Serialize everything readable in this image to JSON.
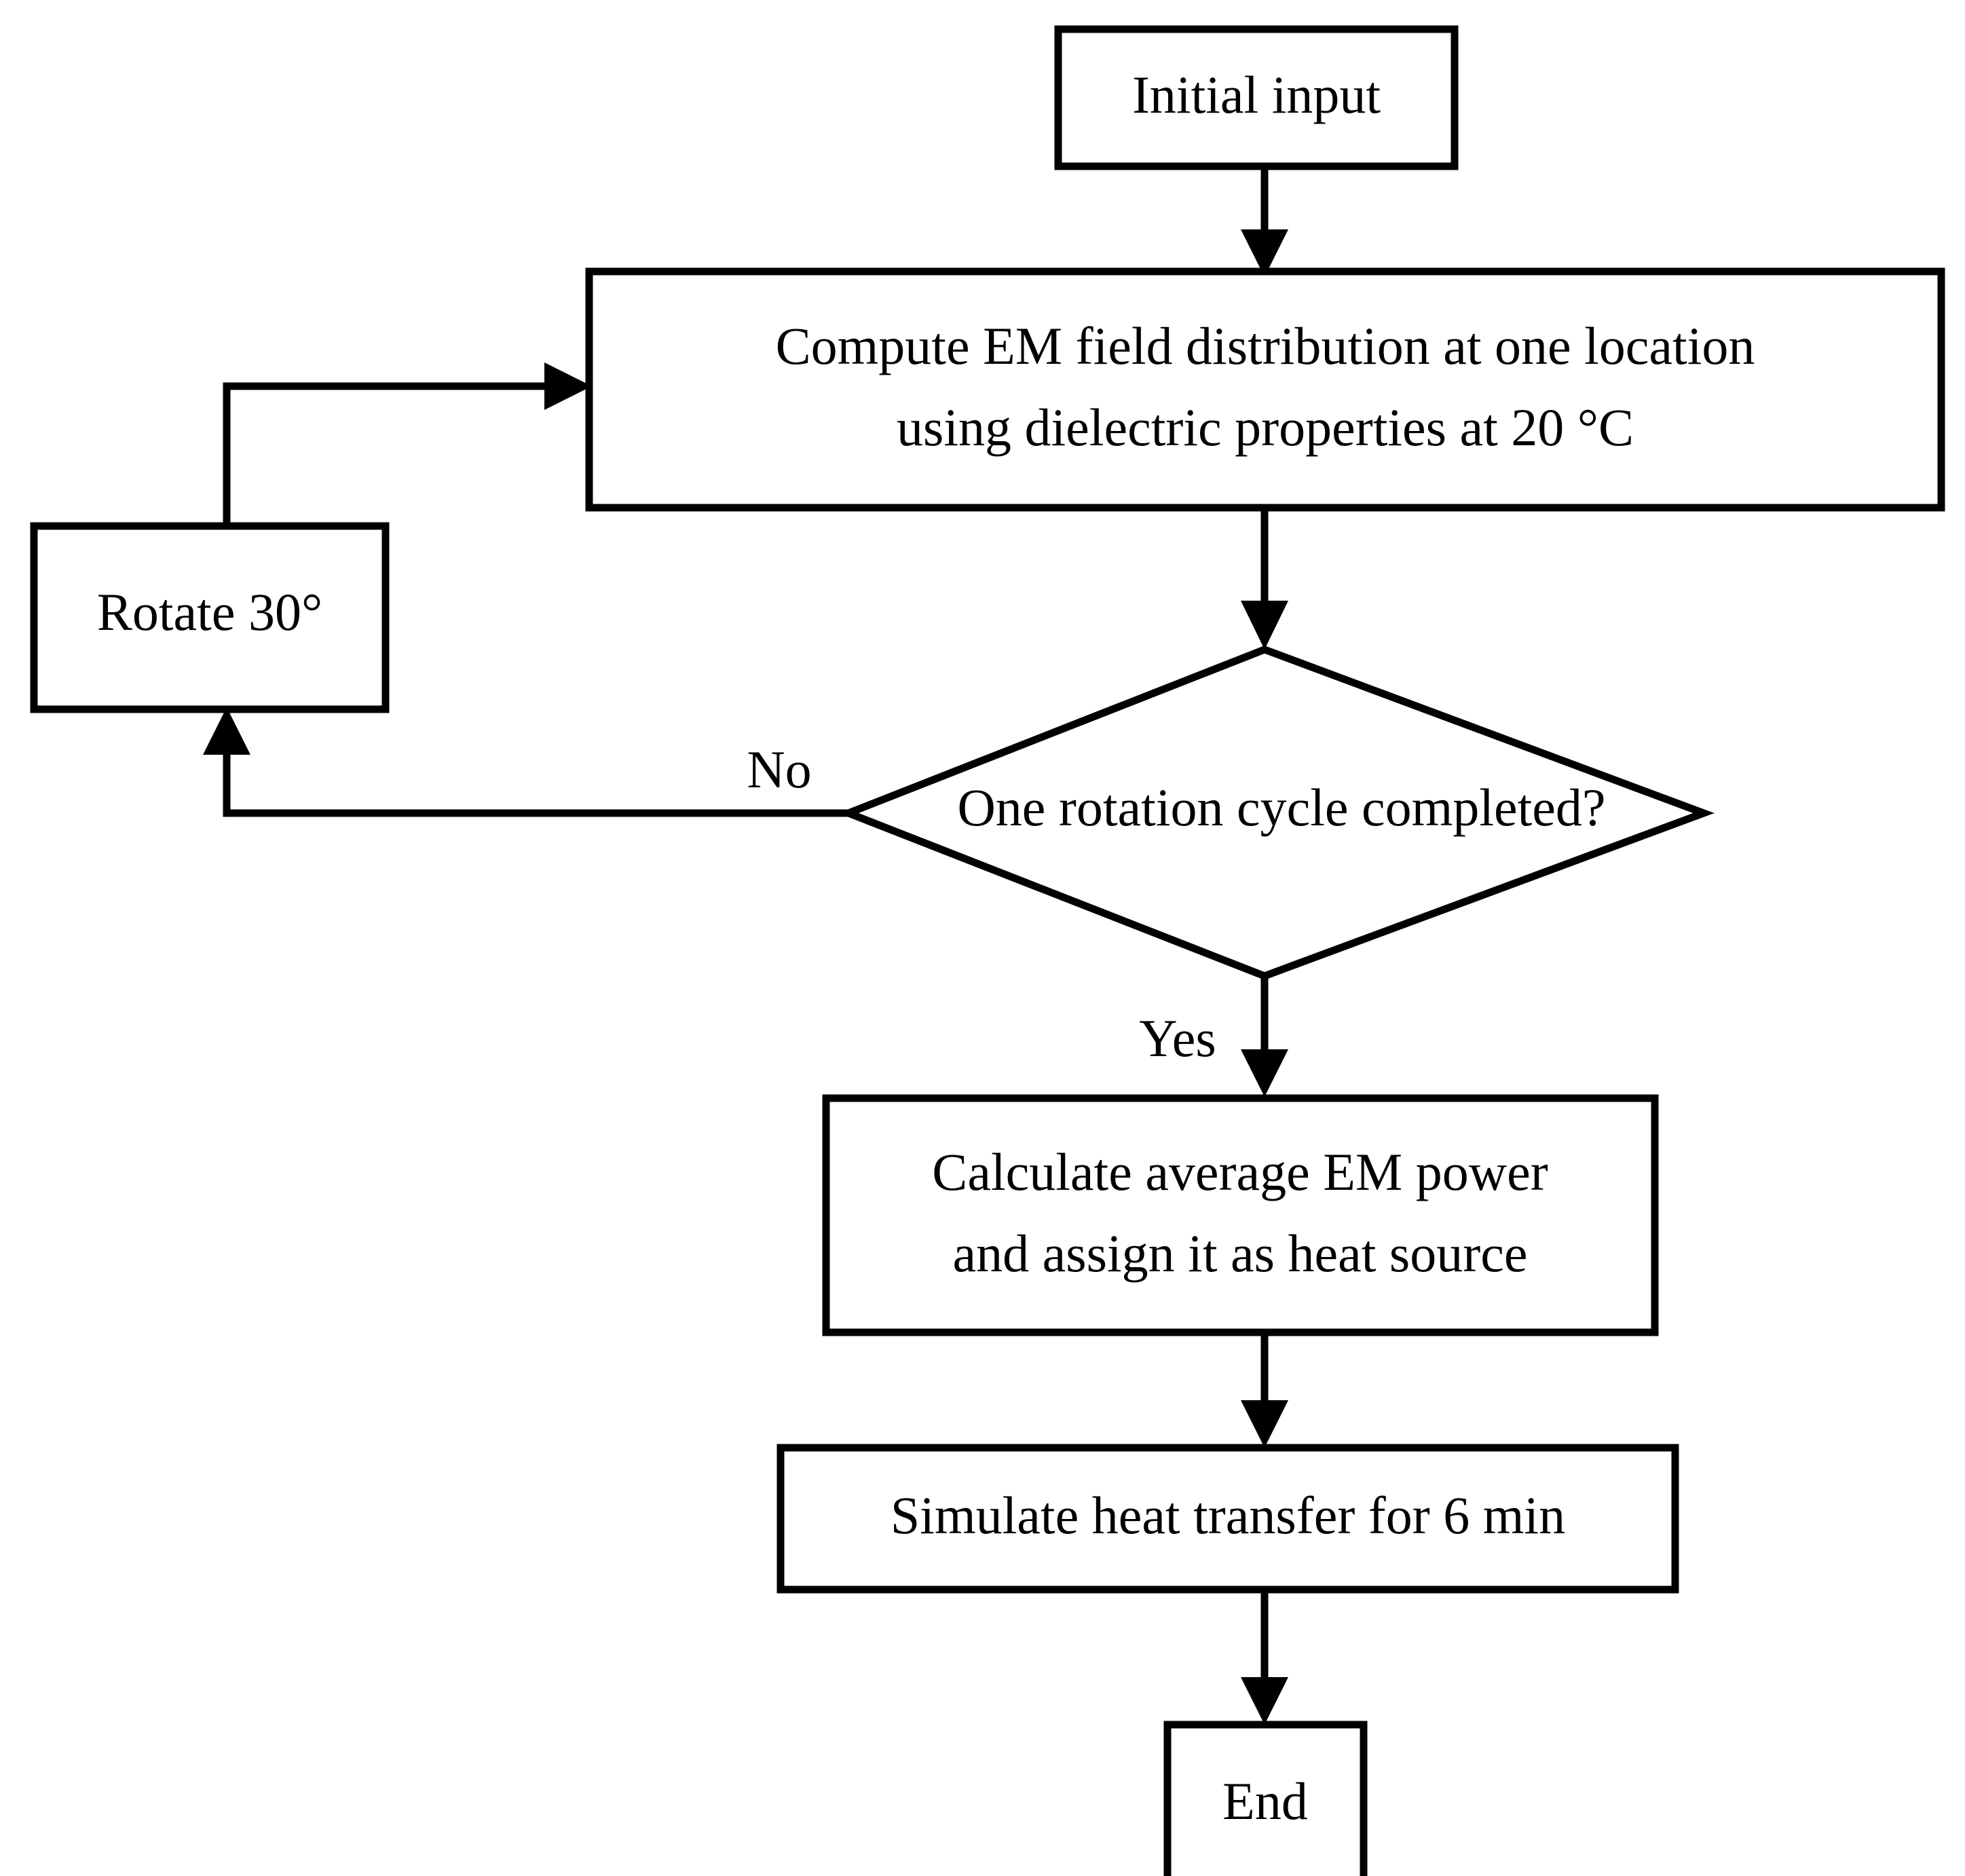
{
  "diagram": {
    "type": "flowchart",
    "title": "",
    "background_color": "#ffffff",
    "line_color": "#000000",
    "node_fill_color": "#ffffff",
    "nodes": [
      {
        "id": "start",
        "shape": "rectangle",
        "label": "Initial input"
      },
      {
        "id": "compute",
        "shape": "rectangle",
        "label_line1": "Compute EM field distribution at one location",
        "label_line2": "using dielectric properties at 20 °C"
      },
      {
        "id": "rotate",
        "shape": "rectangle",
        "label": "Rotate 30°"
      },
      {
        "id": "decision",
        "shape": "diamond",
        "label": "One rotation cycle completed?"
      },
      {
        "id": "average",
        "shape": "rectangle",
        "label_line1": "Calculate average EM power",
        "label_line2": "and assign it as heat source"
      },
      {
        "id": "heat",
        "shape": "rectangle",
        "label": "Simulate heat transfer for 6 min"
      },
      {
        "id": "end",
        "shape": "rectangle",
        "label": "End"
      }
    ],
    "edges": [
      {
        "from": "start",
        "to": "compute",
        "label": ""
      },
      {
        "from": "compute",
        "to": "decision",
        "label": ""
      },
      {
        "from": "decision",
        "to": "rotate",
        "label": "No"
      },
      {
        "from": "rotate",
        "to": "compute",
        "label": ""
      },
      {
        "from": "decision",
        "to": "average",
        "label": "Yes"
      },
      {
        "from": "average",
        "to": "heat",
        "label": ""
      },
      {
        "from": "heat",
        "to": "end",
        "label": ""
      }
    ],
    "edge_labels": {
      "no": "No",
      "yes": "Yes"
    }
  }
}
